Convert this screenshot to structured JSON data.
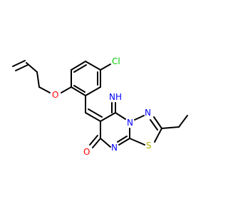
{
  "colors": {
    "carbon": "#000000",
    "oxygen": "#ff0000",
    "nitrogen": "#0000ff",
    "sulfur": "#b2b200",
    "chlorine": "#00cc00",
    "background": "#ffffff"
  },
  "atom_labels": {
    "cl": "Cl",
    "o_ether": "O",
    "imine": "NH",
    "n_ring_upper": "N",
    "n_ring_junction": "N",
    "n_ring_lower": "N",
    "s_ring": "S",
    "o_carbonyl": "O"
  }
}
